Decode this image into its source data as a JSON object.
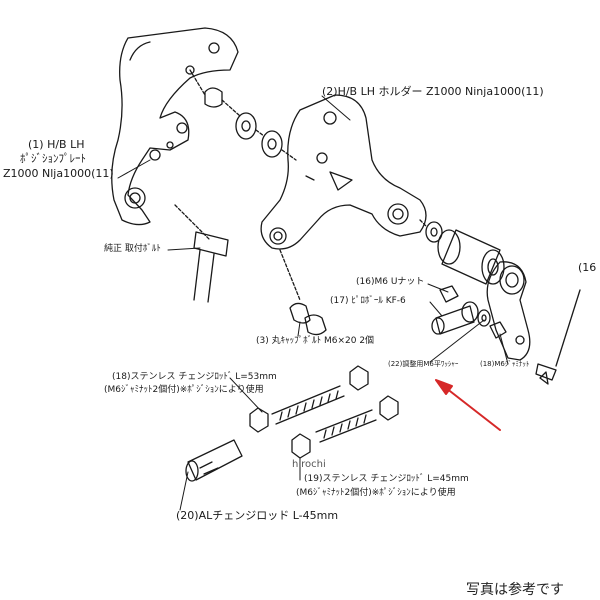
{
  "labels": {
    "plate_line1": "(1) H/B LH",
    "plate_line2": "ﾎﾟｼﾞｼｮﾝﾌﾟﾚｰﾄ",
    "plate_line3": "Z1000 Nlja1000(11)",
    "holder": "(2)H/B LH ホルダー Z1000 Ninja1000(11)",
    "oem_bolt": "純正 取付ﾎﾞﾙﾄ",
    "u_nut": "(16)M6 Uナット",
    "pillow_ball": "(17) ﾋﾟﾛﾎﾞｰﾙ KF-6",
    "cap_bolt": "(3) 丸ｷｬｯﾌﾟﾎﾞﾙﾄ M6×20 2個",
    "adjust_washer": "(22)調整用M6平ﾜｯｼｬｰ",
    "jam_nut": "(18)M6ｼﾞｬﾐﾅｯﾄ",
    "right_edge": "(16",
    "rod53_line1": "(18)ステンレス チェンジﾛｯﾄﾞ L=53mm",
    "rod53_line2": "(M6ｼﾞｬﾐﾅｯﾄ2個付)※ﾎﾟｼﾞｼｮﾝにより使用",
    "rod45_line1": "(19)ステンレス チェンジﾛｯﾄﾞ L=45mm",
    "rod45_line2": "(M6ｼﾞｬﾐﾅｯﾄ2個付)※ﾎﾟｼﾞｼｮﾝにより使用",
    "al_rod": "(20)ALチェンジロッド L-45mm"
  },
  "watermark": "hirochi",
  "footer_note": "写真は参考です",
  "colors": {
    "arrow": "#d62828",
    "ink": "#1a1a1a"
  }
}
